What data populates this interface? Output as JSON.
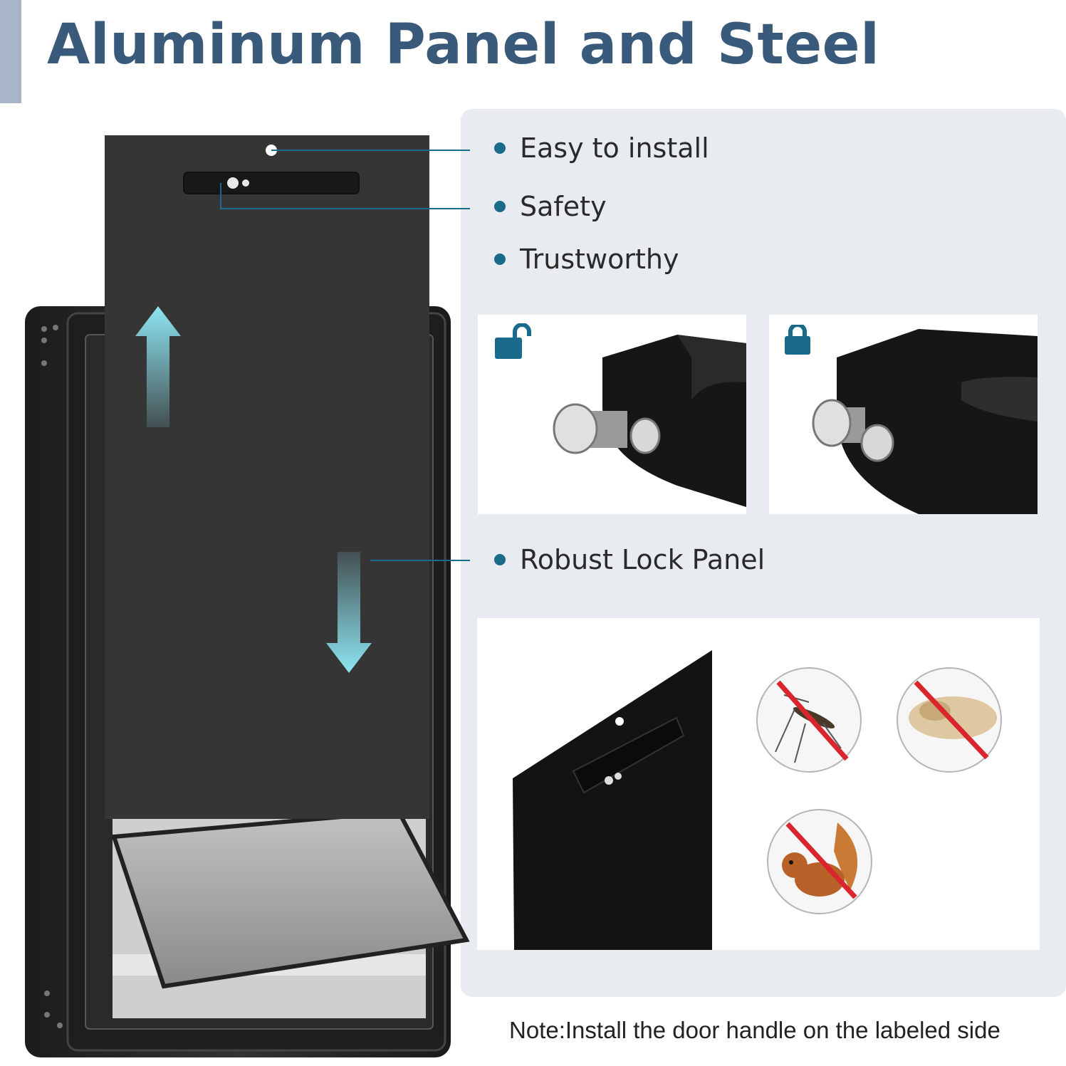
{
  "title": "Aluminum Panel and Steel",
  "features": [
    {
      "label": "Easy to install",
      "icon": "bullet-dot"
    },
    {
      "label": "Safety",
      "icon": "bullet-dot"
    },
    {
      "label": "Trustworthy",
      "icon": "bullet-dot"
    },
    {
      "label": "Robust Lock Panel",
      "icon": "bullet-dot"
    }
  ],
  "lock_states": [
    {
      "icon": "lock-open-icon"
    },
    {
      "icon": "lock-closed-icon"
    }
  ],
  "protection_badges": [
    {
      "icon": "no-mosquito-icon"
    },
    {
      "icon": "no-dust-icon"
    },
    {
      "icon": "no-squirrel-icon"
    }
  ],
  "note": "Note:Install the door handle on the labeled side",
  "colors": {
    "title": "#3a5a7c",
    "accent_bar": "#a8b4c8",
    "panel_bg": "#e8ecf1",
    "bullet": "#1a6a8c",
    "arrow": "#7fd9ea",
    "lock_icon": "#1a6a8c",
    "prohibit": "#d9262c"
  }
}
